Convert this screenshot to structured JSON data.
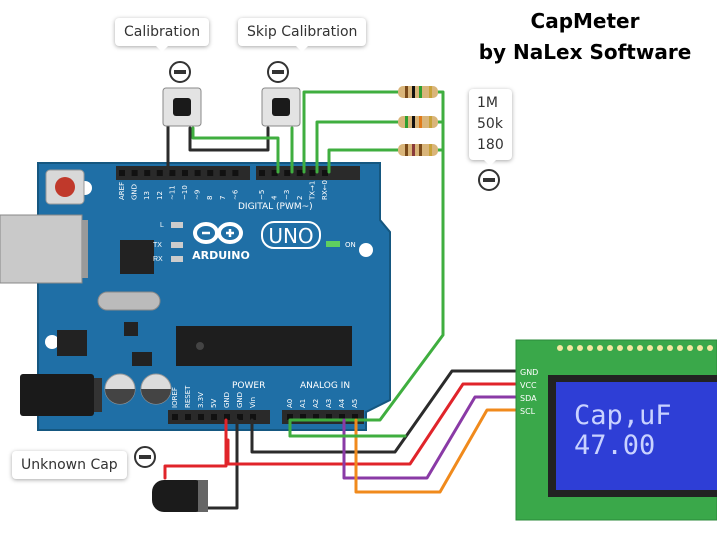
{
  "title_line1": "CapMeter",
  "title_line2": "by NaLex Software",
  "tooltips": {
    "calibration": "Calibration",
    "skip_calibration": "Skip Calibration",
    "unknown_cap": "Unknown Cap",
    "resistors": [
      "1M",
      "50k",
      "180"
    ]
  },
  "lcd": {
    "line1": "Cap,uF",
    "line2": "47.00",
    "pins": [
      "GND",
      "VCC",
      "SDA",
      "SCL"
    ]
  },
  "board": {
    "brand": "ARDUINO",
    "model": "UNO",
    "digital_label": "DIGITAL (PWM~)",
    "power_label": "POWER",
    "analog_label": "ANALOG IN",
    "on_label": "ON",
    "led_labels": [
      "L",
      "TX",
      "RX"
    ],
    "digital_pins": [
      "AREF",
      "GND",
      "13",
      "12",
      "~11",
      "~10",
      "~9",
      "8",
      "7",
      "~6",
      "~5",
      "4",
      "~3",
      "2",
      "TX→1",
      "RX←0"
    ],
    "power_pins": [
      "IOREF",
      "RESET",
      "3.3V",
      "5V",
      "GND",
      "GND",
      "Vin"
    ],
    "analog_pins": [
      "A0",
      "A1",
      "A2",
      "A3",
      "A4",
      "A5"
    ]
  },
  "colors": {
    "board": "#1f6fa6",
    "lcd_pcb": "#3aa84a",
    "lcd_screen": "#2e3ed6",
    "lcd_text": "#c9d2ff",
    "wire_green": "#3fae3f",
    "wire_red": "#e0242a",
    "wire_black": "#2b2b2b",
    "wire_purple": "#8a3aa6",
    "wire_orange": "#f08a1c"
  },
  "icons": [
    "minus-circle-icon",
    "push-button-icon",
    "resistor-icon",
    "capacitor-icon",
    "usb-port-icon",
    "dc-jack-icon"
  ]
}
